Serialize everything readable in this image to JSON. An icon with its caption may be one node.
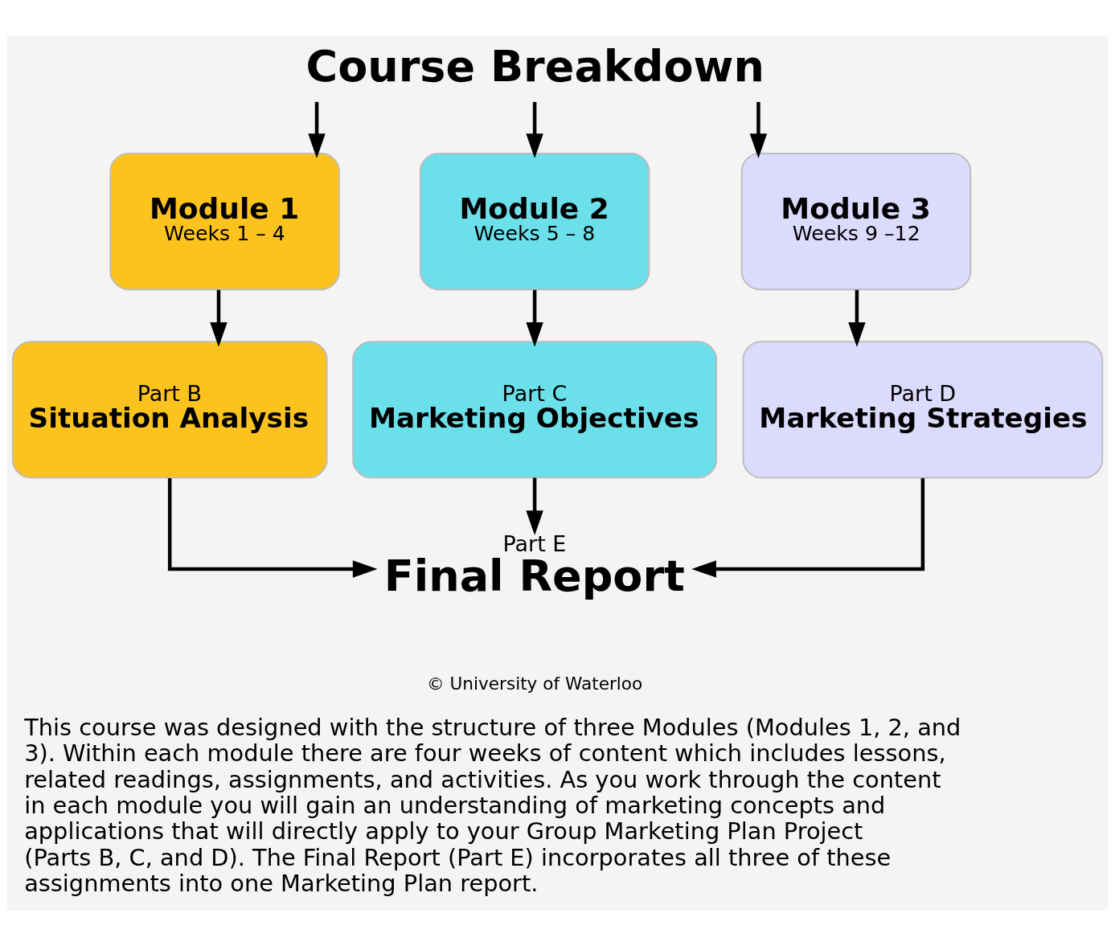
{
  "diagram": {
    "caption": "This course was designed with the structure of three Modules (Modules 1, 2, and 3). Within each module there are four weeks of content which includes lessons, related readings, assignments, and activities. As you work through the content in each module you will gain an understanding of marketing concepts and applications that will directly apply to your Group Marketing Plan Project (Parts B, C, and D). The Final Report (Part E) incorporates all three of these assignments into one Marketing Plan report.",
    "nodes": [
      {
        "text": [
          "Course Breakdown"
        ]
      },
      {
        "text": [
          "Module 1",
          "Weeks 1 – 4"
        ]
      },
      {
        "text": [
          "Module 2",
          "Weeks 5 – 8"
        ]
      },
      {
        "text": [
          "Module 3",
          "Weeks 9 –12"
        ]
      },
      {
        "text": [
          "Part B",
          "Situation Analysis"
        ]
      },
      {
        "text": [
          "Part C",
          "Marketing Objectives"
        ]
      },
      {
        "text": [
          "Part D",
          "Marketing Strategies"
        ]
      },
      {
        "text": [
          "Part E",
          "Final Report"
        ]
      }
    ],
    "edges": [
      {
        "from": 0,
        "to": 1,
        "arrow": "to"
      },
      {
        "from": 0,
        "to": 2,
        "arrow": "to"
      },
      {
        "from": 0,
        "to": 3,
        "arrow": "to"
      },
      {
        "from": 1,
        "to": 4,
        "arrow": "to"
      },
      {
        "from": 2,
        "to": 5,
        "arrow": "to"
      },
      {
        "from": 3,
        "to": 6,
        "arrow": "to"
      },
      {
        "from": 4,
        "to": 7,
        "arrow": "to"
      },
      {
        "from": 5,
        "to": 7,
        "arrow": "to"
      },
      {
        "from": 6,
        "to": 7,
        "arrow": "to"
      }
    ],
    "labels": [
      "© University of Waterloo"
    ]
  }
}
